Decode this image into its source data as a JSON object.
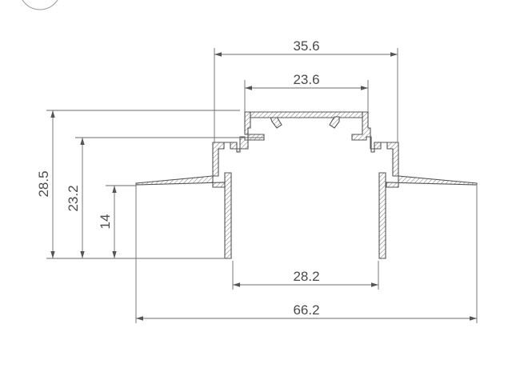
{
  "dimensions": {
    "top_outer_width": "35.6",
    "top_inner_width": "23.6",
    "inner_bottom_width": "28.2",
    "overall_width": "66.2",
    "total_height": "28.5",
    "mid_height": "23.2",
    "flange_height": "14"
  },
  "colors": {
    "line": "#555555",
    "text": "#4a4a4a",
    "background": "#ffffff"
  }
}
